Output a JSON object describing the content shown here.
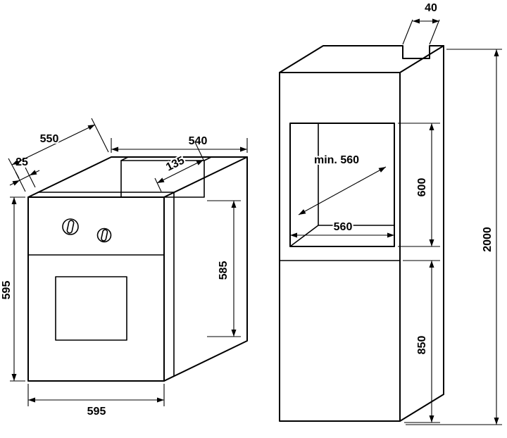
{
  "diagram": {
    "oven": {
      "dims": {
        "front_offset": "25",
        "depth": "550",
        "top_width": "540",
        "panel_depth": "135",
        "front_height": "595",
        "body_height": "585",
        "front_width": "595"
      }
    },
    "cabinet": {
      "dims": {
        "cable_cutout": "40",
        "niche_depth": "min. 560",
        "niche_height": "600",
        "niche_width": "560",
        "total_height": "2000",
        "lower_height": "850"
      }
    }
  }
}
